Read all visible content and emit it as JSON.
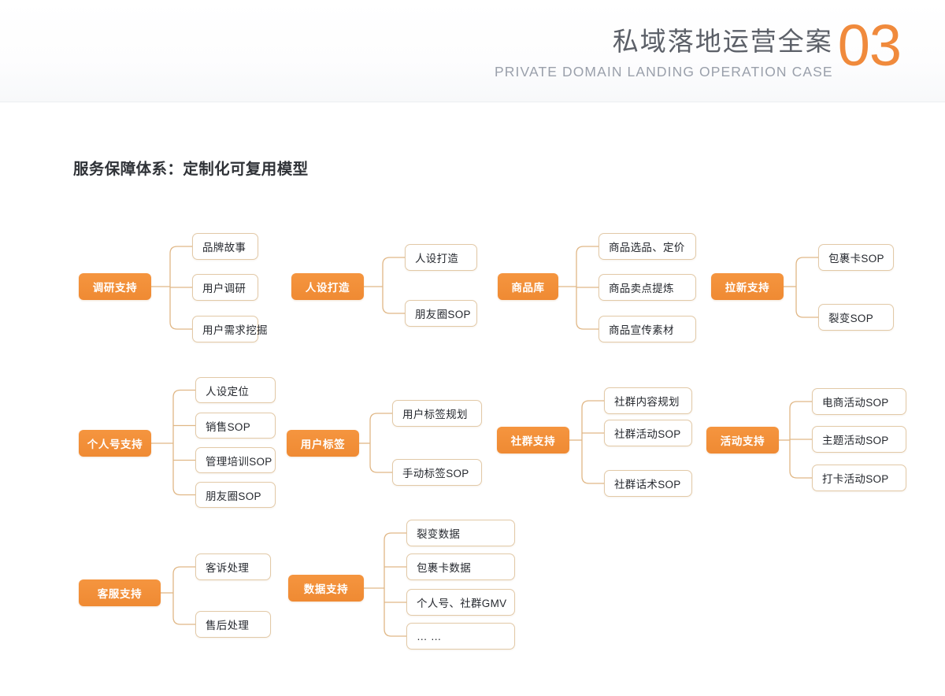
{
  "header": {
    "title_cn": "私域落地运营全案",
    "title_en": "PRIVATE DOMAIN LANDING OPERATION CASE",
    "number": "03",
    "accent_color": "#f08a3c",
    "title_color": "#5c6068",
    "subtitle_color": "#9aa0ab"
  },
  "section": {
    "title": "服务保障体系：定制化可复用模型"
  },
  "theme": {
    "parent_fill": "#f0893b",
    "parent_text": "#ffffff",
    "child_border": "#e2c9a7",
    "child_text": "#26292f",
    "connector": "#e0b786",
    "background": "#ffffff"
  },
  "diagram": {
    "type": "mind-map-grid",
    "rows": 3,
    "columns": 4,
    "groups": [
      {
        "id": "g1",
        "parent": "调研支持",
        "children": [
          "品牌故事",
          "用户调研",
          "用户需求挖掘"
        ]
      },
      {
        "id": "g2",
        "parent": "人设打造",
        "children": [
          "人设打造",
          "朋友圈SOP"
        ]
      },
      {
        "id": "g3",
        "parent": "商品库",
        "children": [
          "商品选品、定价",
          "商品卖点提炼",
          "商品宣传素材"
        ]
      },
      {
        "id": "g4",
        "parent": "拉新支持",
        "children": [
          "包裹卡SOP",
          "裂变SOP"
        ]
      },
      {
        "id": "g5",
        "parent": "个人号支持",
        "children": [
          "人设定位",
          "销售SOP",
          "管理培训SOP",
          "朋友圈SOP"
        ]
      },
      {
        "id": "g6",
        "parent": "用户标签",
        "children": [
          "用户标签规划",
          "手动标签SOP"
        ]
      },
      {
        "id": "g7",
        "parent": "社群支持",
        "children": [
          "社群内容规划",
          "社群活动SOP",
          "社群话术SOP"
        ]
      },
      {
        "id": "g8",
        "parent": "活动支持",
        "children": [
          "电商活动SOP",
          "主题活动SOP",
          "打卡活动SOP"
        ]
      },
      {
        "id": "g9",
        "parent": "客服支持",
        "children": [
          "客诉处理",
          "售后处理"
        ]
      },
      {
        "id": "g10",
        "parent": "数据支持",
        "children": [
          "裂变数据",
          "包裹卡数据",
          "个人号、社群GMV",
          "… …"
        ]
      }
    ]
  }
}
